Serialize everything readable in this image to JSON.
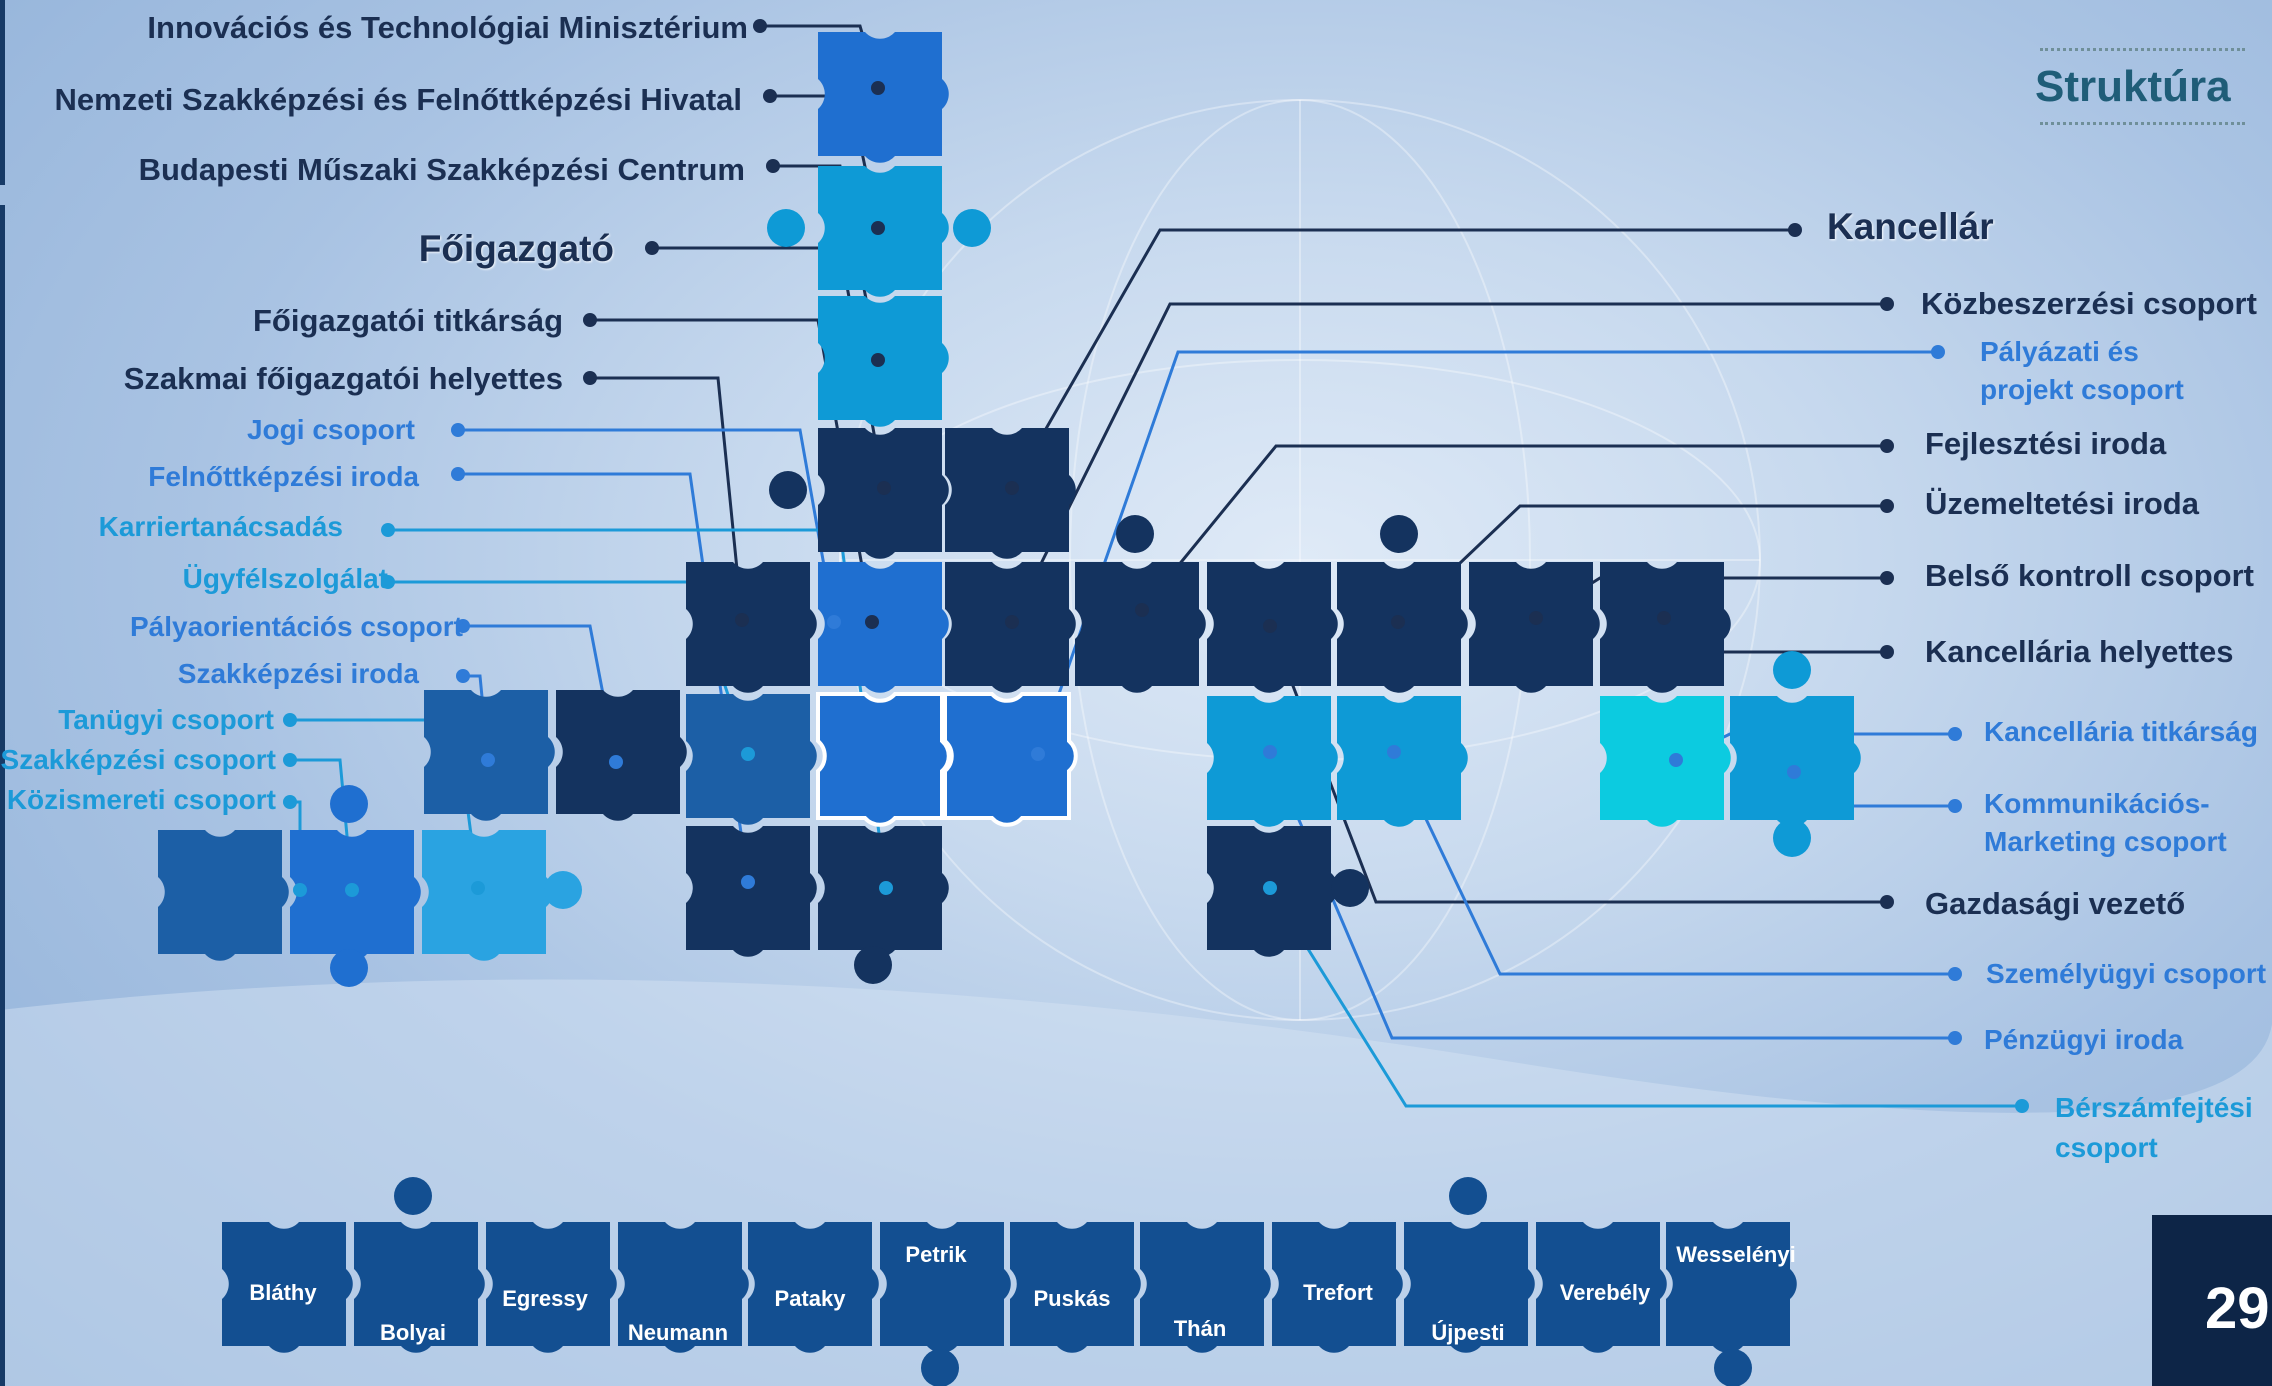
{
  "title": "Struktúra",
  "page_number": "29",
  "colors": {
    "navy": "#14335f",
    "mid_blue": "#1c5fa6",
    "royal": "#1f6fd0",
    "sky": "#0e9ad6",
    "light_sky": "#2aa3e1",
    "turquoise": "#0ccbe0",
    "school_blue": "#134f91"
  },
  "left_labels": [
    {
      "text": "Innovációs és Technológiai Minisztérium",
      "style": "dark md"
    },
    {
      "text": "Nemzeti Szakképzési és Felnőttképzési Hivatal",
      "style": "dark md"
    },
    {
      "text": "Budapesti Műszaki Szakképzési Centrum",
      "style": "dark md"
    },
    {
      "text": "Főigazgató",
      "style": "dark xl"
    },
    {
      "text": "Főigazgatói titkárság",
      "style": "dark md"
    },
    {
      "text": "Szakmai főigazgatói  helyettes",
      "style": "dark md"
    },
    {
      "text": "Jogi csoport",
      "style": "blue sm"
    },
    {
      "text": "Felnőttképzési iroda",
      "style": "blue sm"
    },
    {
      "text": "Karriertanácsadás",
      "style": "cyan sm"
    },
    {
      "text": "Ügyfélszolgálat",
      "style": "cyan sm"
    },
    {
      "text": "Pályaorientációs csoport",
      "style": "blue sm"
    },
    {
      "text": "Szakképzési iroda",
      "style": "blue sm"
    },
    {
      "text": "Tanügyi csoport",
      "style": "cyan sm"
    },
    {
      "text": "Szakképzési csoport",
      "style": "cyan sm"
    },
    {
      "text": "Közismereti csoport",
      "style": "cyan sm"
    }
  ],
  "right_labels": [
    {
      "text": "Kancellár",
      "style": "dark xl"
    },
    {
      "text": "Közbeszerzési csoport",
      "style": "dark md"
    },
    {
      "text": "Pályázati és",
      "style": "blue sm"
    },
    {
      "text": "projekt csoport",
      "style": "blue sm"
    },
    {
      "text": "Fejlesztési iroda",
      "style": "dark md"
    },
    {
      "text": "Üzemeltetési iroda",
      "style": "dark md"
    },
    {
      "text": "Belső kontroll csoport",
      "style": "dark md"
    },
    {
      "text": "Kancellária helyettes",
      "style": "dark md"
    },
    {
      "text": "Kancellária titkárság",
      "style": "blue sm"
    },
    {
      "text": "Kommunikációs-",
      "style": "blue sm"
    },
    {
      "text": "Marketing csoport",
      "style": "blue sm"
    },
    {
      "text": "Gazdasági vezető",
      "style": "dark md"
    },
    {
      "text": "Személyügyi csoport",
      "style": "blue sm"
    },
    {
      "text": "Pénzügyi iroda",
      "style": "blue sm"
    },
    {
      "text": "Bérszámfejtési",
      "style": "cyan sm"
    },
    {
      "text": "csoport",
      "style": "cyan sm"
    }
  ],
  "schools": [
    "Bláthy",
    "Bolyai",
    "Egressy",
    "Neumann",
    "Pataky",
    "Petrik",
    "Puskás",
    "Thán",
    "Trefort",
    "Újpesti",
    "Verebély",
    "Wesselényi"
  ]
}
